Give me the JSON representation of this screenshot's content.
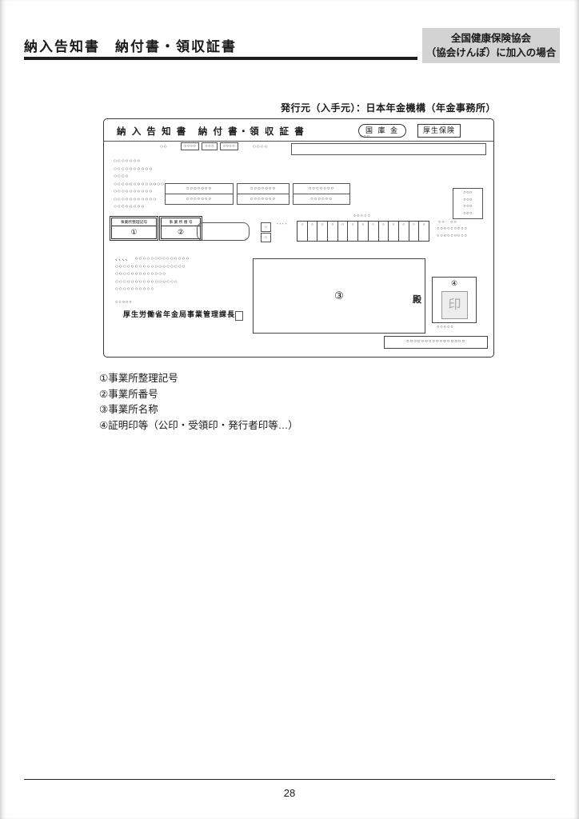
{
  "page": {
    "title": "納入告知書　納付書・領収証書",
    "badge": {
      "line1": "全国健康保険協会",
      "line2": "（協会けんぽ）に加入の場合"
    },
    "source_note": "発行元（入手元）：日本年金機構（年金事務所）",
    "page_number": "28"
  },
  "form": {
    "title": "納 入 告 知 書　納 付 書・領 収 証 書",
    "oval_label": "国 庫 金",
    "rect_label": "厚生保険",
    "top_row": {
      "lead": "○○",
      "cells": [
        "○○○○",
        "○○○",
        "○○○○"
      ],
      "after": "○○○○",
      "small_right": "○○○"
    },
    "left_lines": [
      "○○○○○○○",
      "○○○○○○○○○○",
      "○○○○",
      "○○○○○○○○○○○○○",
      "○○○○○○○○○○",
      "○○○○○○○○○○○",
      "○○○○○○○○"
    ],
    "mid_boxes": [
      {
        "row1": "○○○○○○○",
        "row2": "○○○○○○○"
      },
      {
        "row1": "○○○○○○○",
        "row2": "○○○○○○○"
      },
      {
        "row1": "○○○○○○○",
        "row2": "○○○○○○"
      }
    ],
    "right_box_lines": [
      "○○○",
      "○○○",
      "○○○",
      "○○○"
    ],
    "right_pair": "○○　○○",
    "right_lines": [
      "○○○○○○○○○",
      "○○○○○○○○○"
    ],
    "admin": {
      "box1_label": "事業所整理記号",
      "box1_value": "①",
      "box2_label": "事 業 所 番 号",
      "box2_value": "②",
      "ticks": "、、、、",
      "stack_cells": [
        "○",
        "○"
      ],
      "rounded_mark": "○",
      "grid_header": "○○○○○",
      "grid_cell": "○"
    },
    "comma_lines": [
      "、、、、　○○○○○○○○○○○○○○",
      "○○○○○○○○○○○○○○○○○○",
      "○○○○○○○○○○○○○",
      "○○○○○○○○○○○○○○○○",
      "○○○○○○○○○○"
    ],
    "recipient_number": "③",
    "recipient_honorific": "殿",
    "stamp_number": "④",
    "stamp_mark": "印",
    "stamp_below": "○○○○○",
    "left_footer_pre": "○○○○○",
    "left_footer_title": "厚生労働省年金局事業管理課長",
    "bottom_box": "○○○○○○○○○○○○○○○○"
  },
  "legend": [
    "①事業所整理記号",
    "②事業所番号",
    "③事業所名称",
    "④証明印等（公印・受領印・発行者印等…）"
  ]
}
